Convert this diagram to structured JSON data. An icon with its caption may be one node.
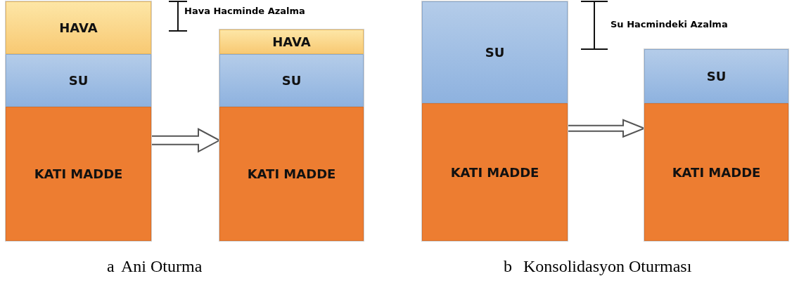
{
  "diagram": {
    "nodes": [
      {
        "text": [],
        "shape": "box"
      },
      {
        "text": [
          "HAVA"
        ],
        "in": 0
      },
      {
        "text": [
          "SU"
        ],
        "in": 0
      },
      {
        "text": [
          "KATI MADDE"
        ],
        "in": 0
      },
      {
        "text": [],
        "shape": "box"
      },
      {
        "text": [
          "HAVA"
        ],
        "in": 4
      },
      {
        "text": [
          "SU"
        ],
        "in": 4
      },
      {
        "text": [
          "KATI MADDE"
        ],
        "in": 4
      },
      {
        "text": [],
        "shape": "box"
      },
      {
        "text": [
          "SU"
        ],
        "in": 8
      },
      {
        "text": [
          "KATI MADDE"
        ],
        "in": 8
      },
      {
        "text": [],
        "shape": "box"
      },
      {
        "text": [
          "SU"
        ],
        "in": 11
      },
      {
        "text": [
          "KATI MADDE"
        ],
        "in": 11
      }
    ],
    "edges": [
      {
        "from": 0,
        "to": 4,
        "arrow": "to"
      },
      {
        "from": 8,
        "to": 11,
        "arrow": "to"
      }
    ],
    "labels": [
      "Hava Hacminde Azalma",
      "Su Hacmindeki Azalma",
      "a",
      "Ani Oturma",
      "b",
      "Konsolidasyon Oturması"
    ]
  }
}
